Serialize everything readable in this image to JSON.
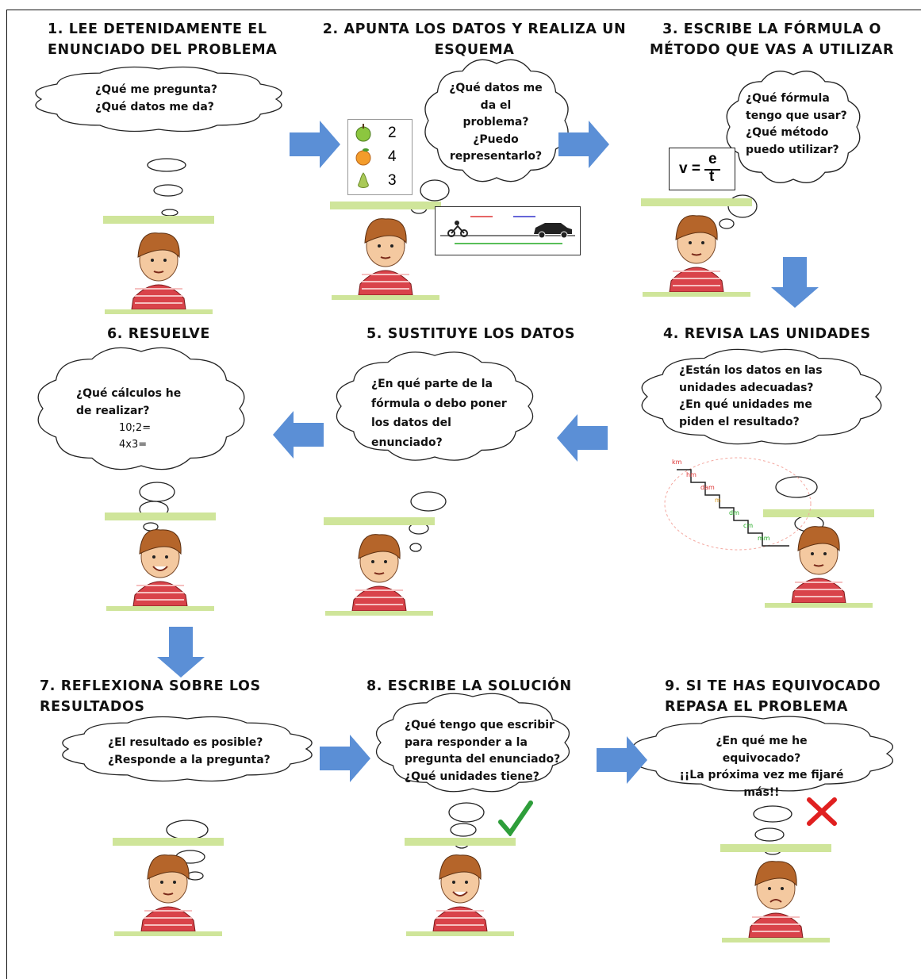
{
  "steps": [
    {
      "number": 1,
      "title": "1. LEE DETENIDAMENTE EL\nENUNCIADO DEL PROBLEMA",
      "question": "¿Qué me pregunta?\n¿Qué datos me da?"
    },
    {
      "number": 2,
      "title": "2. APUNTA LOS DATOS Y REALIZA UN\nESQUEMA",
      "question": "¿Qué datos me\nda el\nproblema?\n¿Puedo\nrepresentarlo?"
    },
    {
      "number": 3,
      "title": "3. ESCRIBE LA FÓRMULA O\nMÉTODO QUE VAS A UTILIZAR",
      "question": "¿Qué fórmula\ntengo que usar?\n¿Qué método\npuedo utilizar?"
    },
    {
      "number": 4,
      "title": "4. REVISA LAS UNIDADES",
      "question": "¿Están los datos en las\nunidades adecuadas?\n ¿En qué unidades me\npiden el resultado?"
    },
    {
      "number": 5,
      "title": "5. SUSTITUYE LOS DATOS",
      "question": "¿En qué parte de la\nfórmula o debo poner\nlos datos del\nenunciado?"
    },
    {
      "number": 6,
      "title": "6. RESUELVE",
      "question": "¿Qué cálculos he\nde realizar?"
    },
    {
      "number": 7,
      "title": "7. REFLEXIONA SOBRE LOS\nRESULTADOS",
      "question": "¿El resultado es posible?\n¿Responde a la pregunta?"
    },
    {
      "number": 8,
      "title": "8. ESCRIBE LA SOLUCIÓN",
      "question": "¿Qué tengo que escribir\npara responder a la\npregunta del enunciado?\n¿Qué unidades tiene?"
    },
    {
      "number": 9,
      "title": "9. SI TE HAS EQUIVOCADO\nREPASA EL PROBLEMA",
      "question": "¿En qué me he equivocado?\n¡¡La próxima vez me fijaré\nmás!!"
    }
  ],
  "fruit_data": {
    "rows": [
      {
        "icon": "apple-icon",
        "value": "2"
      },
      {
        "icon": "orange-icon",
        "value": "4"
      },
      {
        "icon": "pear-icon",
        "value": "3"
      }
    ]
  },
  "formula": {
    "left": "v =",
    "numerator": "e",
    "denominator": "t"
  },
  "calculations": [
    "10;2=",
    "4x3="
  ],
  "unit_stairs": {
    "units": [
      "km",
      "hm",
      "dam",
      "m",
      "dm",
      "cm",
      "mm"
    ]
  },
  "colors": {
    "arrow": "#5b8fd6",
    "shirt": "#d9434a",
    "hair": "#b5652a",
    "skin": "#f4c9a0",
    "table": "#cfe59a",
    "check": "#2e9e3a",
    "cross": "#e02020"
  }
}
